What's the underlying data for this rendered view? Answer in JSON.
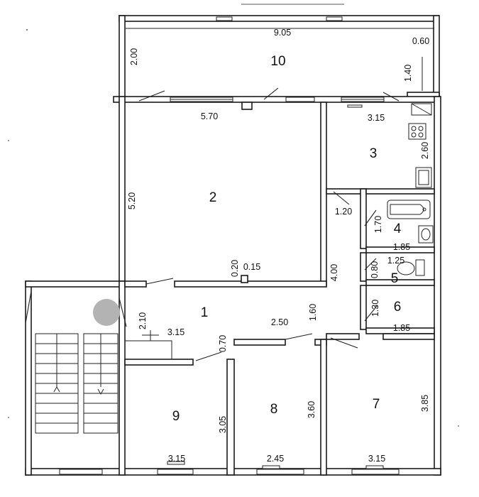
{
  "rooms": [
    {
      "id": "1",
      "label": "1"
    },
    {
      "id": "2",
      "label": "2"
    },
    {
      "id": "3",
      "label": "3"
    },
    {
      "id": "4",
      "label": "4"
    },
    {
      "id": "5",
      "label": "5"
    },
    {
      "id": "6",
      "label": "6"
    },
    {
      "id": "7",
      "label": "7"
    },
    {
      "id": "8",
      "label": "8"
    },
    {
      "id": "9",
      "label": "9"
    },
    {
      "id": "10",
      "label": "10"
    }
  ],
  "dimensions": {
    "balcony_width": "9.05",
    "balcony_depth": "2.00",
    "balcony_notch_width": "0.60",
    "balcony_notch_depth": "1.40",
    "room2_width": "5.70",
    "room2_depth": "5.20",
    "room2_niche_depth": "0.20",
    "room2_niche_width": "0.15",
    "room3_width": "3.15",
    "room3_depth": "2.60",
    "hall_passage": "1.20",
    "room4_depth": "1.70",
    "room4_width": "1.85",
    "room5_depth": "0.80",
    "room5_width": "1.25",
    "room6_depth": "1.30",
    "room6_width": "1.85",
    "corridor_length": "4.00",
    "corridor_width": "1.60",
    "hall_width": "2.50",
    "entry_depth": "2.10",
    "entry_width": "3.15",
    "room9_door": "0.70",
    "room9_depth": "3.05",
    "room9_width": "3.15",
    "room8_depth": "3.60",
    "room8_width": "2.45",
    "room7_depth": "3.85",
    "room7_width": "3.15"
  }
}
